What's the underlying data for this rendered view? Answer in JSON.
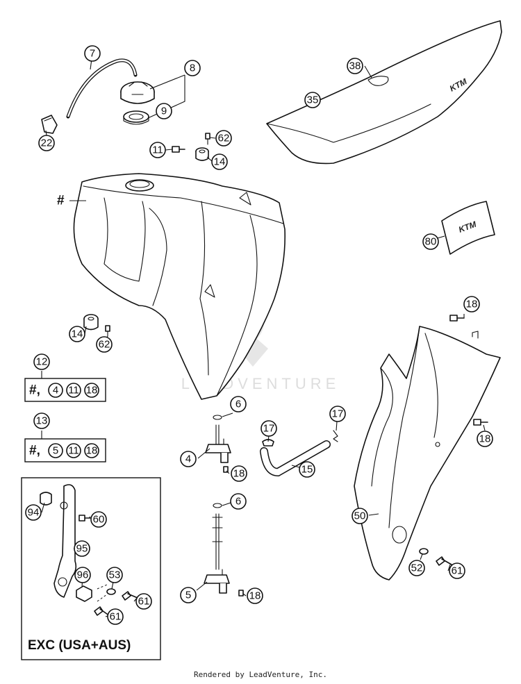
{
  "callouts": [
    {
      "id": "7",
      "label": "7"
    },
    {
      "id": "8",
      "label": "8"
    },
    {
      "id": "9",
      "label": "9"
    },
    {
      "id": "22",
      "label": "22"
    },
    {
      "id": "62a",
      "label": "62"
    },
    {
      "id": "11a",
      "label": "11"
    },
    {
      "id": "14a",
      "label": "14"
    },
    {
      "id": "38",
      "label": "38"
    },
    {
      "id": "35",
      "label": "35"
    },
    {
      "id": "80",
      "label": "80"
    },
    {
      "id": "18a",
      "label": "18"
    },
    {
      "id": "14b",
      "label": "14"
    },
    {
      "id": "62b",
      "label": "62"
    },
    {
      "id": "12",
      "label": "12"
    },
    {
      "id": "13",
      "label": "13"
    },
    {
      "id": "6a",
      "label": "6"
    },
    {
      "id": "17a",
      "label": "17"
    },
    {
      "id": "17b",
      "label": "17"
    },
    {
      "id": "4",
      "label": "4"
    },
    {
      "id": "18b",
      "label": "18"
    },
    {
      "id": "15",
      "label": "15"
    },
    {
      "id": "18c",
      "label": "18"
    },
    {
      "id": "94",
      "label": "94"
    },
    {
      "id": "60",
      "label": "60"
    },
    {
      "id": "95",
      "label": "95"
    },
    {
      "id": "96",
      "label": "96"
    },
    {
      "id": "53",
      "label": "53"
    },
    {
      "id": "61a",
      "label": "61"
    },
    {
      "id": "61b",
      "label": "61"
    },
    {
      "id": "6b",
      "label": "6"
    },
    {
      "id": "5",
      "label": "5"
    },
    {
      "id": "18d",
      "label": "18"
    },
    {
      "id": "50",
      "label": "50"
    },
    {
      "id": "52",
      "label": "52"
    },
    {
      "id": "61c",
      "label": "61"
    }
  ],
  "kit12": {
    "hash": "#,",
    "items": [
      "4",
      "11",
      "18"
    ]
  },
  "kit13": {
    "hash": "#,",
    "items": [
      "5",
      "11",
      "18"
    ]
  },
  "tank_marker": "#",
  "inset_label": "EXC (USA+AUS)",
  "seat_brand": "KTM",
  "sticker_brand": "KTM",
  "watermark": "LEADVENTURE",
  "footer": "Rendered by LeadVenture, Inc."
}
